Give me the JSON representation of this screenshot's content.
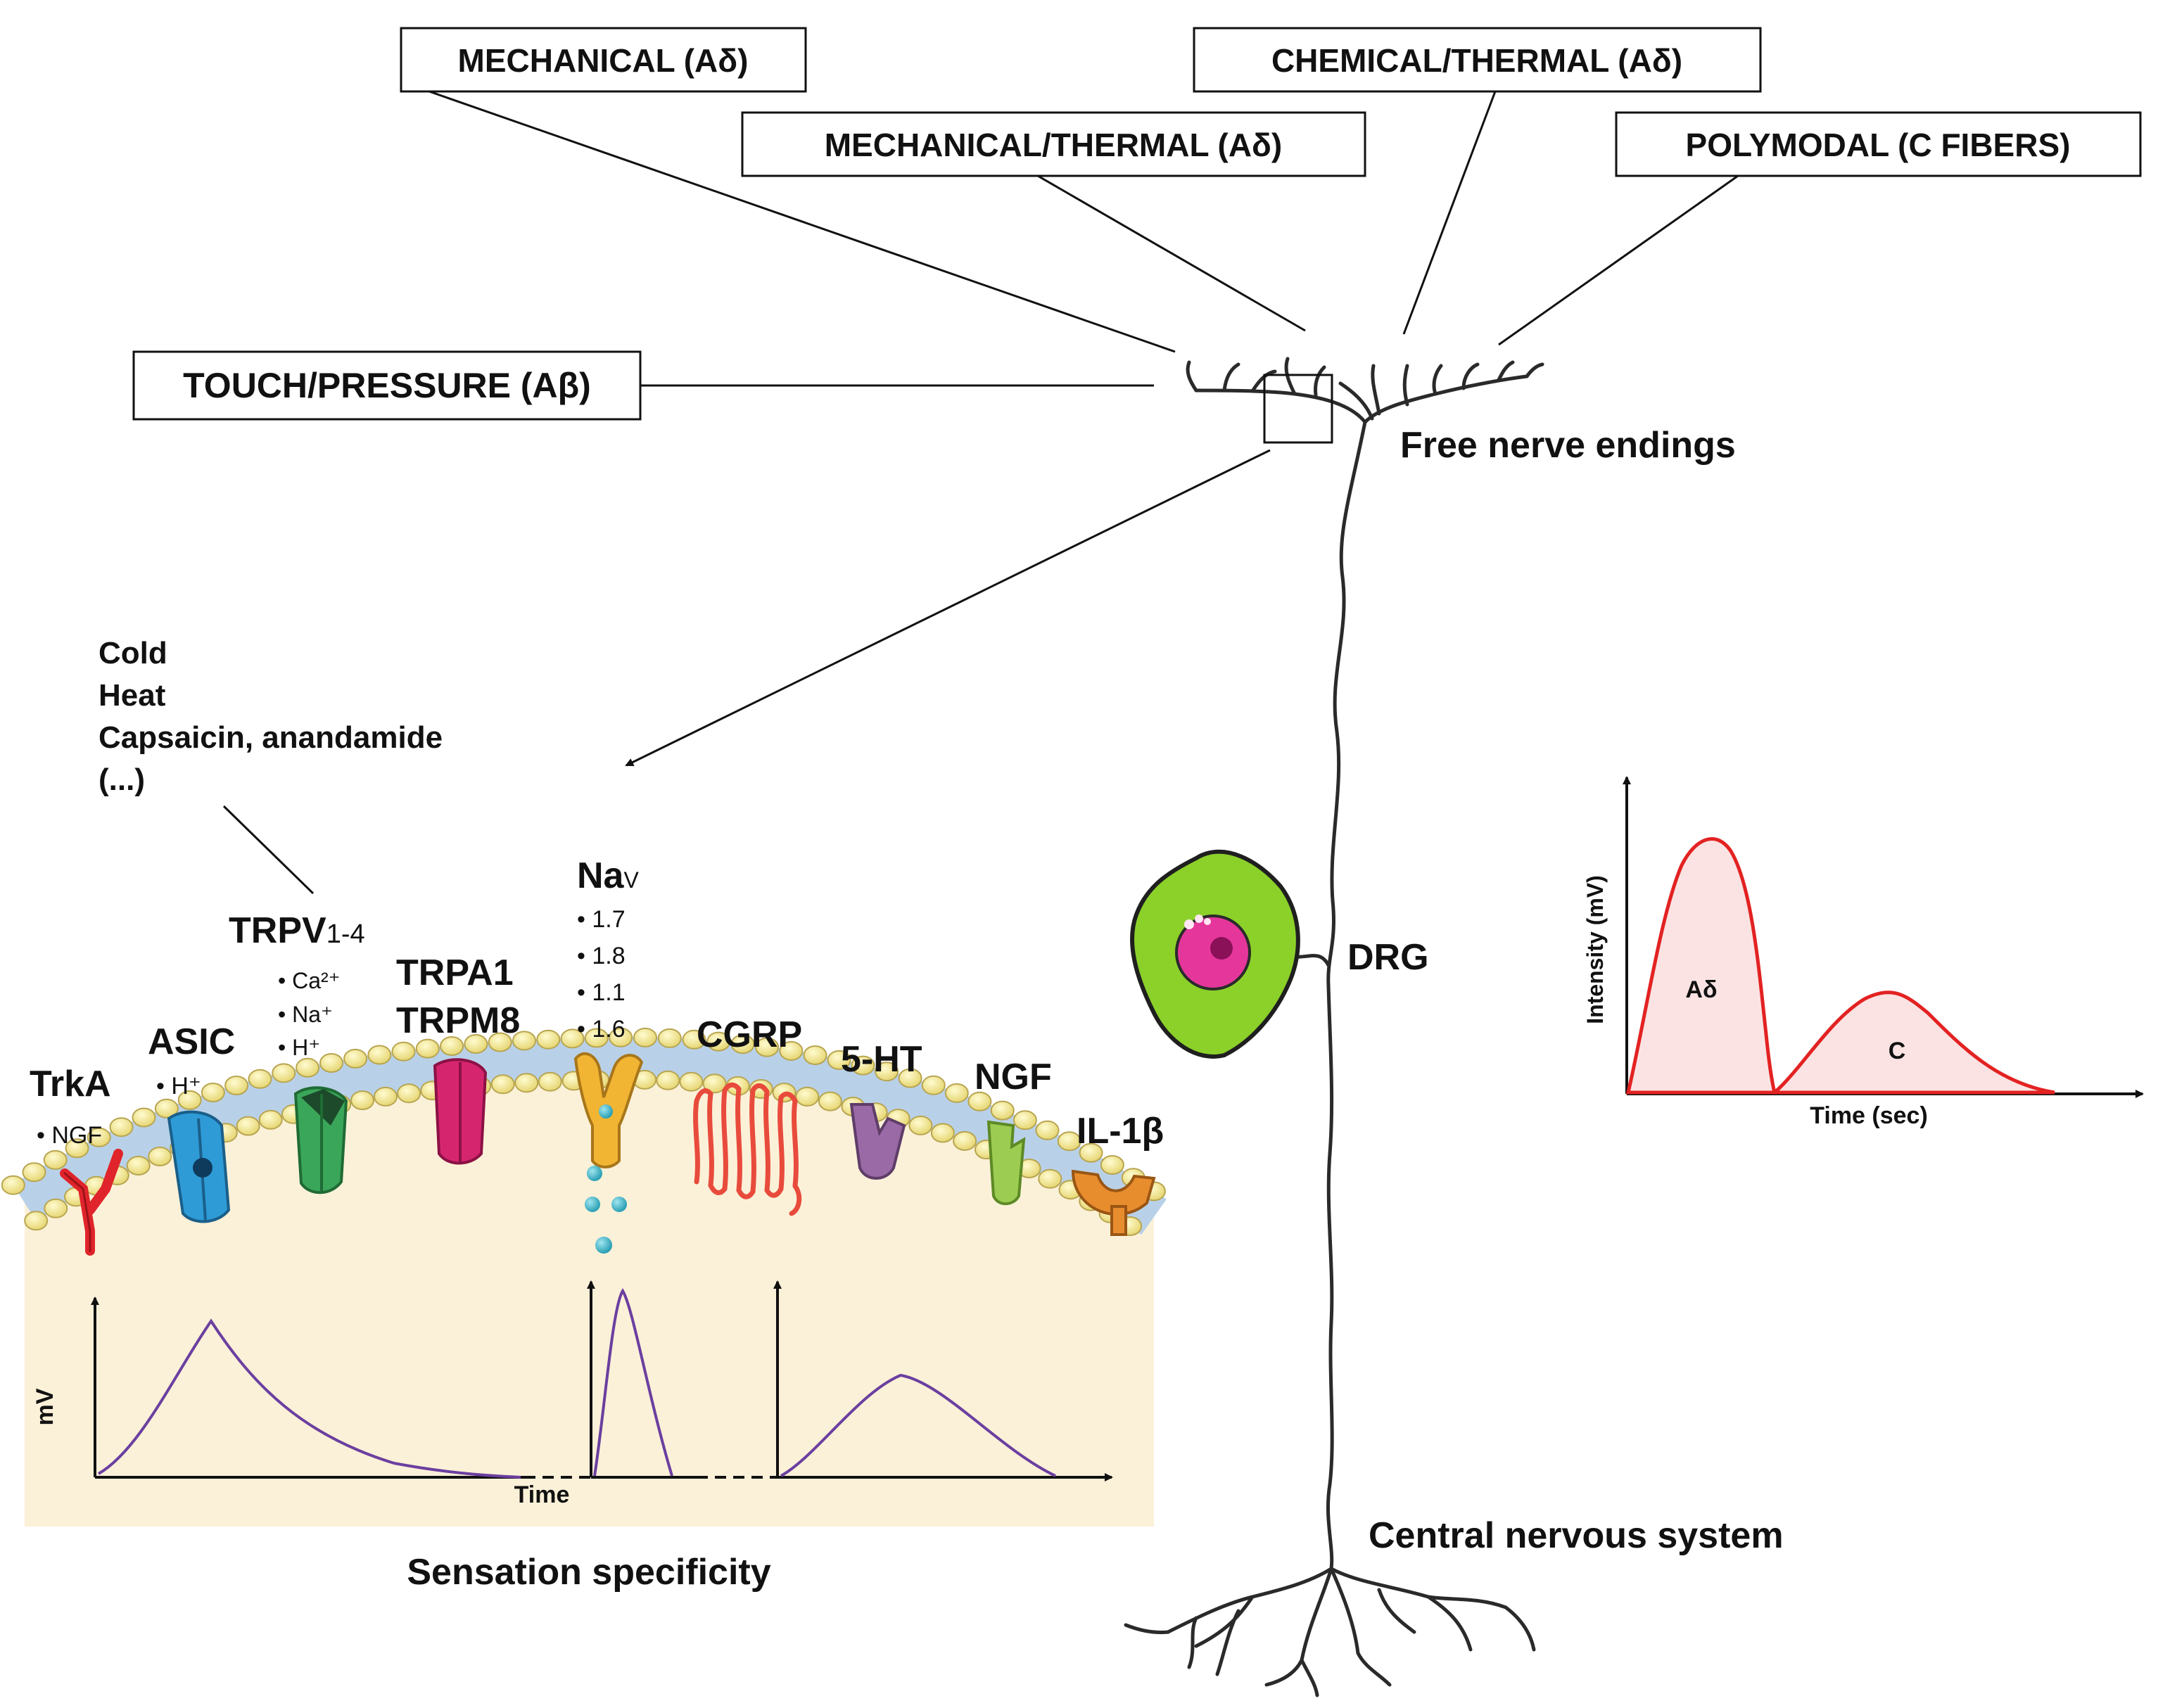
{
  "fiber_types": {
    "mechanical": "MECHANICAL (Aδ)",
    "mechanical_thermal": "MECHANICAL/THERMAL (Aδ)",
    "chemical_thermal": "CHEMICAL/THERMAL (Aδ)",
    "polymodal": "POLYMODAL (C FIBERS)",
    "touch_pressure": "TOUCH/PRESSURE (Aβ)"
  },
  "neuron": {
    "free_nerve_endings": "Free nerve endings",
    "drg": "DRG",
    "cns": "Central nervous system"
  },
  "stimuli": [
    "Cold",
    "Heat",
    "Capsaicin, anandamide",
    "(...)"
  ],
  "receptors": {
    "trka": {
      "name": "TrkA",
      "items": [
        "NGF"
      ],
      "color": "#e0242b"
    },
    "asic": {
      "name": "ASIC",
      "items": [
        "H⁺"
      ],
      "color": "#2e9bd6"
    },
    "trpv": {
      "name": "TRPV",
      "sub": "1-4",
      "items": [
        "Ca²⁺",
        "Na⁺",
        "H⁺"
      ],
      "color": "#3aa65a"
    },
    "trpa1": {
      "name": "TRPA1",
      "color": "#d6256f"
    },
    "trpm8": {
      "name": "TRPM8"
    },
    "nav": {
      "name": "Na",
      "sub": "V",
      "items": [
        "1.7",
        "1.8",
        "1.1",
        "1.6"
      ],
      "color": "#f2b533"
    },
    "cgrp": {
      "name": "CGRP",
      "color": "#e84b3c"
    },
    "ht5": {
      "name": "5-HT",
      "color": "#9a6aa6"
    },
    "ngf": {
      "name": "NGF",
      "color": "#9ccc52"
    },
    "il1b": {
      "name": "IL-1β",
      "color": "#e88d2e"
    }
  },
  "membrane_plot": {
    "ylabel": "mV",
    "xlabel": "Time",
    "line_color": "#6b3fa0"
  },
  "sensation_title": "Sensation specificity",
  "chart_data": {
    "type": "area",
    "ylabel": "Intensity (mV)",
    "xlabel": "Time (sec)",
    "series": [
      {
        "name": "Aδ",
        "peak": "high, early",
        "color": "#e32222"
      },
      {
        "name": "C",
        "peak": "low, late",
        "color": "#e32222"
      }
    ],
    "fill": "#fbe3e3"
  }
}
